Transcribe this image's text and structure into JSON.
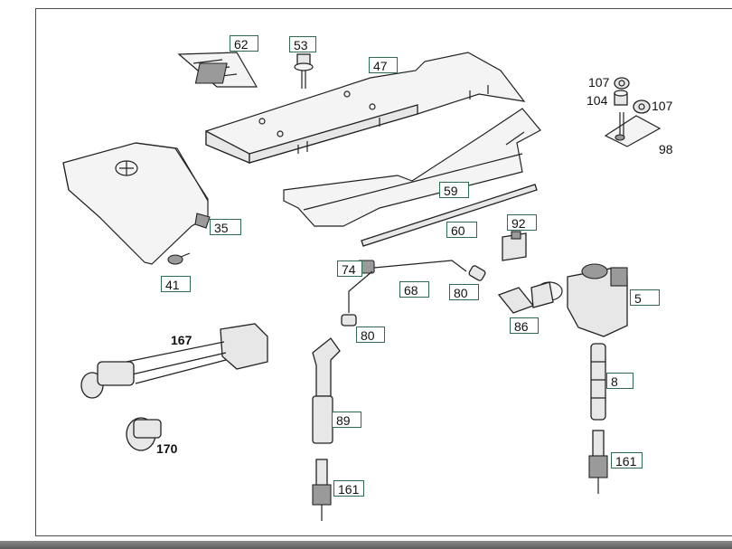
{
  "diagram": {
    "callouts": [
      {
        "id": "62",
        "label": "62"
      },
      {
        "id": "53",
        "label": "53"
      },
      {
        "id": "47",
        "label": "47"
      },
      {
        "id": "35",
        "label": "35"
      },
      {
        "id": "41",
        "label": "41"
      },
      {
        "id": "59",
        "label": "59"
      },
      {
        "id": "60",
        "label": "60"
      },
      {
        "id": "92",
        "label": "92"
      },
      {
        "id": "74",
        "label": "74"
      },
      {
        "id": "68",
        "label": "68"
      },
      {
        "id": "80a",
        "label": "80"
      },
      {
        "id": "80b",
        "label": "80"
      },
      {
        "id": "86",
        "label": "86"
      },
      {
        "id": "5",
        "label": "5"
      },
      {
        "id": "8",
        "label": "8"
      },
      {
        "id": "89",
        "label": "89"
      },
      {
        "id": "161a",
        "label": "161"
      },
      {
        "id": "161b",
        "label": "161"
      }
    ],
    "plain_labels": [
      {
        "id": "107a",
        "label": "107"
      },
      {
        "id": "104",
        "label": "104"
      },
      {
        "id": "107b",
        "label": "107"
      },
      {
        "id": "98",
        "label": "98"
      },
      {
        "id": "167",
        "label": "167"
      },
      {
        "id": "170",
        "label": "170"
      }
    ]
  }
}
